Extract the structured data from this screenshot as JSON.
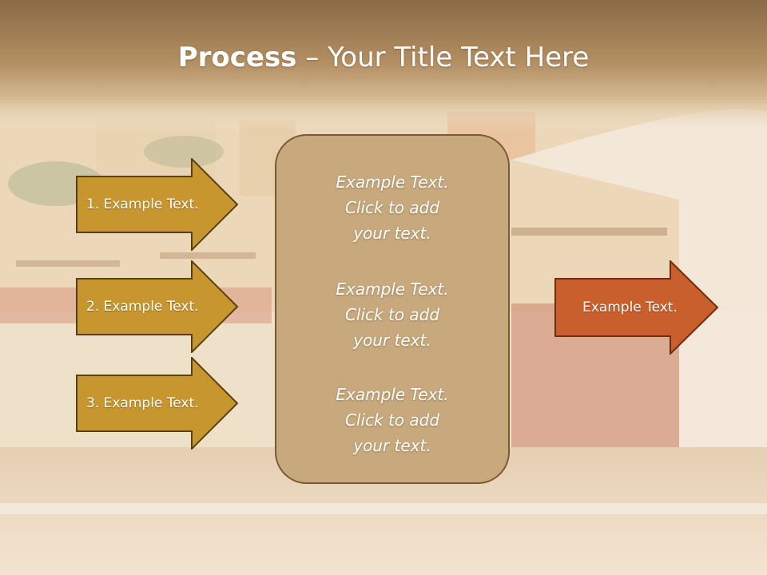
{
  "slide": {
    "title_bold": "Process",
    "title_rest": " – Your Title Text Here"
  },
  "left_steps": [
    {
      "label": "1. Example Text."
    },
    {
      "label": "2. Example Text."
    },
    {
      "label": "3. Example Text."
    }
  ],
  "center_items": [
    {
      "text": "Example Text.\nClick  to add\nyour text."
    },
    {
      "text": "Example Text.\nClick  to add\nyour text."
    },
    {
      "text": "Example Text.\nClick  to add\nyour text."
    }
  ],
  "right_step": {
    "label": "Example Text."
  },
  "colors": {
    "left_arrow_fill": "#c7962e",
    "left_arrow_stroke": "#5a3f10",
    "right_arrow_fill": "#c95f2c",
    "right_arrow_stroke": "#6e2c10",
    "center_fill": "#c8a87d",
    "center_stroke": "#7a5a33"
  }
}
